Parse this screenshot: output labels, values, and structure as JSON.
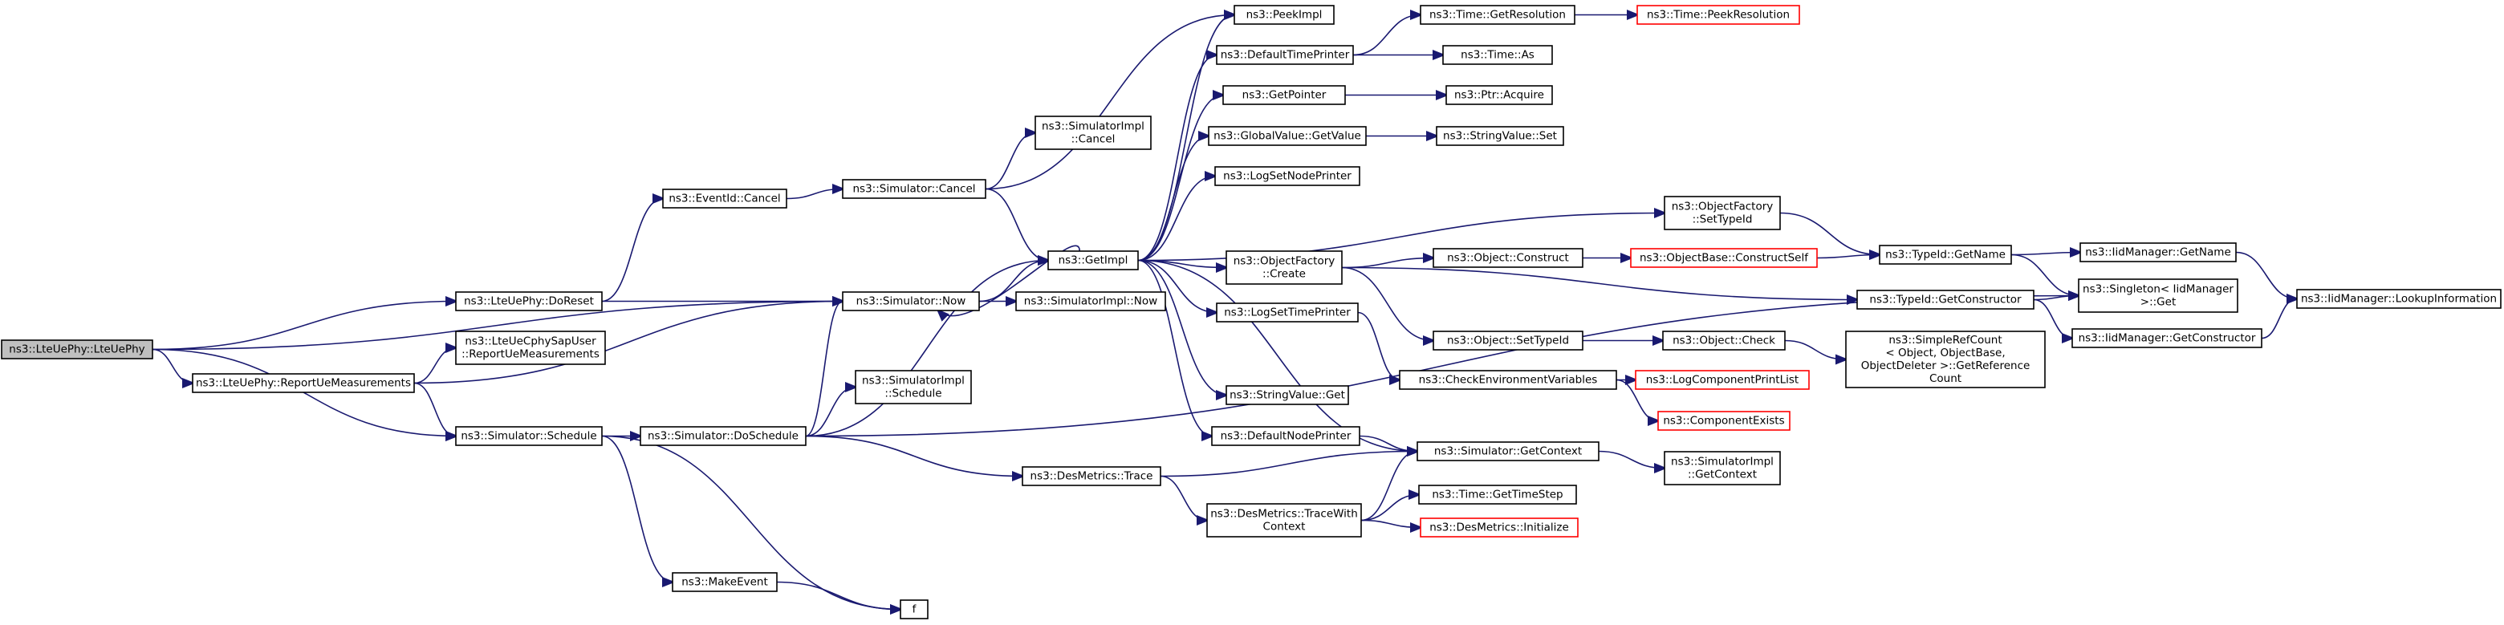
{
  "graph": {
    "title": "Call graph of ns3::LteUePhy::LteUePhy",
    "colors": {
      "edge": "#191970",
      "root_fill": "#bfbfbf",
      "truncated_border": "#ff0000",
      "node_border": "#000000"
    },
    "nodes": [
      {
        "id": "root",
        "lines": [
          "ns3::LteUePhy::LteUePhy"
        ],
        "kind": "root"
      },
      {
        "id": "doreset",
        "lines": [
          "ns3::LteUePhy::DoReset"
        ],
        "kind": "normal"
      },
      {
        "id": "reportue",
        "lines": [
          "ns3::LteUePhy::ReportUeMeasurements"
        ],
        "kind": "normal"
      },
      {
        "id": "schedule",
        "lines": [
          "ns3::Simulator::Schedule"
        ],
        "kind": "normal"
      },
      {
        "id": "eventcancel",
        "lines": [
          "ns3::EventId::Cancel"
        ],
        "kind": "normal"
      },
      {
        "id": "cphysap",
        "lines": [
          "ns3::LteUeCphySapUser",
          "::ReportUeMeasurements"
        ],
        "kind": "normal"
      },
      {
        "id": "simnow",
        "lines": [
          "ns3::Simulator::Now"
        ],
        "kind": "normal"
      },
      {
        "id": "doschedule",
        "lines": [
          "ns3::Simulator::DoSchedule"
        ],
        "kind": "normal"
      },
      {
        "id": "makeevent",
        "lines": [
          "ns3::MakeEvent"
        ],
        "kind": "normal"
      },
      {
        "id": "f",
        "lines": [
          "f"
        ],
        "kind": "normal"
      },
      {
        "id": "simcancel",
        "lines": [
          "ns3::Simulator::Cancel"
        ],
        "kind": "normal"
      },
      {
        "id": "implcancel",
        "lines": [
          "ns3::SimulatorImpl",
          "::Cancel"
        ],
        "kind": "normal"
      },
      {
        "id": "implschedule",
        "lines": [
          "ns3::SimulatorImpl",
          "::Schedule"
        ],
        "kind": "normal"
      },
      {
        "id": "dmtrace",
        "lines": [
          "ns3::DesMetrics::Trace"
        ],
        "kind": "normal"
      },
      {
        "id": "getimpl",
        "lines": [
          "ns3::GetImpl"
        ],
        "kind": "normal"
      },
      {
        "id": "implnow",
        "lines": [
          "ns3::SimulatorImpl::Now"
        ],
        "kind": "normal"
      },
      {
        "id": "dmtracewith",
        "lines": [
          "ns3::DesMetrics::TraceWith",
          "Context"
        ],
        "kind": "normal"
      },
      {
        "id": "peekimpl",
        "lines": [
          "ns3::PeekImpl"
        ],
        "kind": "normal"
      },
      {
        "id": "deftimeprinter",
        "lines": [
          "ns3::DefaultTimePrinter"
        ],
        "kind": "normal"
      },
      {
        "id": "getpointer",
        "lines": [
          "ns3::GetPointer"
        ],
        "kind": "normal"
      },
      {
        "id": "gvgetvalue",
        "lines": [
          "ns3::GlobalValue::GetValue"
        ],
        "kind": "normal"
      },
      {
        "id": "logsetnode",
        "lines": [
          "ns3::LogSetNodePrinter"
        ],
        "kind": "normal"
      },
      {
        "id": "ofcreate",
        "lines": [
          "ns3::ObjectFactory",
          "::Create"
        ],
        "kind": "normal"
      },
      {
        "id": "logsettime",
        "lines": [
          "ns3::LogSetTimePrinter"
        ],
        "kind": "normal"
      },
      {
        "id": "svget",
        "lines": [
          "ns3::StringValue::Get"
        ],
        "kind": "normal"
      },
      {
        "id": "defnodeprinter",
        "lines": [
          "ns3::DefaultNodePrinter"
        ],
        "kind": "normal"
      },
      {
        "id": "gettimestep",
        "lines": [
          "ns3::Time::GetTimeStep"
        ],
        "kind": "normal"
      },
      {
        "id": "dminit",
        "lines": [
          "ns3::DesMetrics::Initialize"
        ],
        "kind": "red"
      },
      {
        "id": "getresolution",
        "lines": [
          "ns3::Time::GetResolution"
        ],
        "kind": "normal"
      },
      {
        "id": "timeas",
        "lines": [
          "ns3::Time::As"
        ],
        "kind": "normal"
      },
      {
        "id": "ptracquire",
        "lines": [
          "ns3::Ptr::Acquire"
        ],
        "kind": "normal"
      },
      {
        "id": "svset",
        "lines": [
          "ns3::StringValue::Set"
        ],
        "kind": "normal"
      },
      {
        "id": "objconstruct",
        "lines": [
          "ns3::Object::Construct"
        ],
        "kind": "normal"
      },
      {
        "id": "objsettypeid",
        "lines": [
          "ns3::Object::SetTypeId"
        ],
        "kind": "normal"
      },
      {
        "id": "checkenv",
        "lines": [
          "ns3::CheckEnvironmentVariables"
        ],
        "kind": "normal"
      },
      {
        "id": "simgetcontext",
        "lines": [
          "ns3::Simulator::GetContext"
        ],
        "kind": "normal"
      },
      {
        "id": "peekresolution",
        "lines": [
          "ns3::Time::PeekResolution"
        ],
        "kind": "red"
      },
      {
        "id": "ofsettypeid",
        "lines": [
          "ns3::ObjectFactory",
          "::SetTypeId"
        ],
        "kind": "normal"
      },
      {
        "id": "constructself",
        "lines": [
          "ns3::ObjectBase::ConstructSelf"
        ],
        "kind": "red"
      },
      {
        "id": "objcheck",
        "lines": [
          "ns3::Object::Check"
        ],
        "kind": "normal"
      },
      {
        "id": "logcomplist",
        "lines": [
          "ns3::LogComponentPrintList"
        ],
        "kind": "red"
      },
      {
        "id": "compexists",
        "lines": [
          "ns3::ComponentExists"
        ],
        "kind": "red"
      },
      {
        "id": "implgetcontext",
        "lines": [
          "ns3::SimulatorImpl",
          "::GetContext"
        ],
        "kind": "normal"
      },
      {
        "id": "tidgetname",
        "lines": [
          "ns3::TypeId::GetName"
        ],
        "kind": "normal"
      },
      {
        "id": "tidgetconstructor",
        "lines": [
          "ns3::TypeId::GetConstructor"
        ],
        "kind": "normal"
      },
      {
        "id": "simplerefcount",
        "lines": [
          "ns3::SimpleRefCount",
          "< Object, ObjectBase,",
          "ObjectDeleter >::GetReference",
          "Count"
        ],
        "kind": "normal"
      },
      {
        "id": "iidgetname",
        "lines": [
          "ns3::IidManager::GetName"
        ],
        "kind": "normal"
      },
      {
        "id": "singletonget",
        "lines": [
          "ns3::Singleton< IidManager",
          ">::Get"
        ],
        "kind": "normal"
      },
      {
        "id": "iidgetconstructor",
        "lines": [
          "ns3::IidManager::GetConstructor"
        ],
        "kind": "normal"
      },
      {
        "id": "iidlookup",
        "lines": [
          "ns3::IidManager::LookupInformation"
        ],
        "kind": "normal"
      }
    ],
    "edges": [
      [
        "root",
        "doreset"
      ],
      [
        "root",
        "reportue"
      ],
      [
        "root",
        "schedule"
      ],
      [
        "root",
        "simnow"
      ],
      [
        "doreset",
        "eventcancel"
      ],
      [
        "doreset",
        "simnow"
      ],
      [
        "reportue",
        "cphysap"
      ],
      [
        "reportue",
        "simnow"
      ],
      [
        "reportue",
        "schedule"
      ],
      [
        "schedule",
        "doschedule"
      ],
      [
        "schedule",
        "makeevent"
      ],
      [
        "schedule",
        "f"
      ],
      [
        "eventcancel",
        "simcancel"
      ],
      [
        "simnow",
        "getimpl"
      ],
      [
        "simnow",
        "implnow"
      ],
      [
        "doschedule",
        "simnow"
      ],
      [
        "doschedule",
        "implschedule"
      ],
      [
        "doschedule",
        "getimpl"
      ],
      [
        "doschedule",
        "dmtrace"
      ],
      [
        "doschedule",
        "singletonget"
      ],
      [
        "makeevent",
        "f"
      ],
      [
        "simcancel",
        "implcancel"
      ],
      [
        "simcancel",
        "getimpl"
      ],
      [
        "simcancel",
        "peekimpl"
      ],
      [
        "dmtrace",
        "dmtracewith"
      ],
      [
        "dmtrace",
        "simgetcontext"
      ],
      [
        "getimpl",
        "peekimpl"
      ],
      [
        "getimpl",
        "deftimeprinter"
      ],
      [
        "getimpl",
        "getpointer"
      ],
      [
        "getimpl",
        "gvgetvalue"
      ],
      [
        "getimpl",
        "logsetnode"
      ],
      [
        "getimpl",
        "ofcreate"
      ],
      [
        "getimpl",
        "ofsettypeid"
      ],
      [
        "getimpl",
        "logsettime"
      ],
      [
        "getimpl",
        "svget"
      ],
      [
        "getimpl",
        "defnodeprinter"
      ],
      [
        "getimpl",
        "simgetcontext"
      ],
      [
        "getimpl",
        "simnow"
      ],
      [
        "dmtracewith",
        "simgetcontext"
      ],
      [
        "dmtracewith",
        "gettimestep"
      ],
      [
        "dmtracewith",
        "dminit"
      ],
      [
        "deftimeprinter",
        "getresolution"
      ],
      [
        "deftimeprinter",
        "timeas"
      ],
      [
        "getpointer",
        "ptracquire"
      ],
      [
        "gvgetvalue",
        "svset"
      ],
      [
        "ofcreate",
        "objconstruct"
      ],
      [
        "ofcreate",
        "objsettypeid"
      ],
      [
        "ofcreate",
        "tidgetconstructor"
      ],
      [
        "logsettime",
        "checkenv"
      ],
      [
        "defnodeprinter",
        "simgetcontext"
      ],
      [
        "getresolution",
        "peekresolution"
      ],
      [
        "objconstruct",
        "constructself"
      ],
      [
        "objsettypeid",
        "objcheck"
      ],
      [
        "checkenv",
        "logcomplist"
      ],
      [
        "checkenv",
        "compexists"
      ],
      [
        "simgetcontext",
        "implgetcontext"
      ],
      [
        "ofsettypeid",
        "tidgetname"
      ],
      [
        "constructself",
        "tidgetname"
      ],
      [
        "objcheck",
        "simplerefcount"
      ],
      [
        "tidgetname",
        "iidgetname"
      ],
      [
        "tidgetname",
        "singletonget"
      ],
      [
        "tidgetconstructor",
        "singletonget"
      ],
      [
        "tidgetconstructor",
        "iidgetconstructor"
      ],
      [
        "iidgetname",
        "iidlookup"
      ],
      [
        "iidgetconstructor",
        "iidlookup"
      ]
    ]
  }
}
